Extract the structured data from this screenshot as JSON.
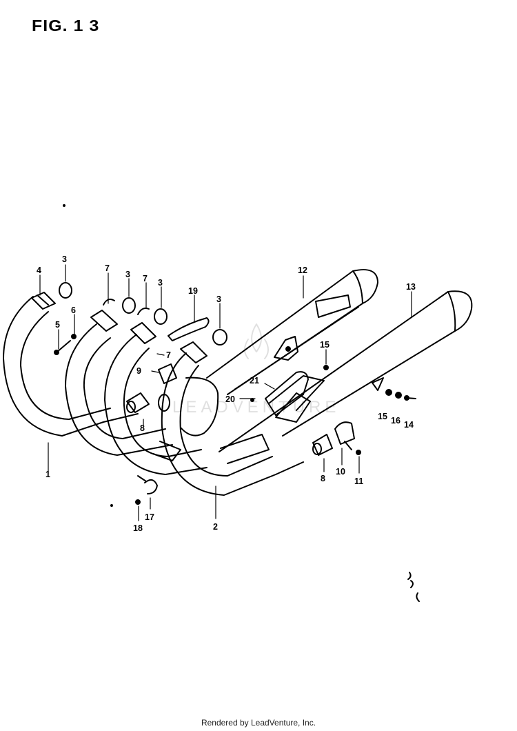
{
  "figure": {
    "title": "FIG. 1 3",
    "watermark_text": "LEADVENTURE",
    "footer": "Rendered by LeadVenture, Inc."
  },
  "callouts": [
    {
      "id": "c-1",
      "label": "1"
    },
    {
      "id": "c-2",
      "label": "2"
    },
    {
      "id": "c-3a",
      "label": "3"
    },
    {
      "id": "c-3b",
      "label": "3"
    },
    {
      "id": "c-3c",
      "label": "3"
    },
    {
      "id": "c-3d",
      "label": "3"
    },
    {
      "id": "c-4",
      "label": "4"
    },
    {
      "id": "c-5",
      "label": "5"
    },
    {
      "id": "c-6",
      "label": "6"
    },
    {
      "id": "c-7a",
      "label": "7"
    },
    {
      "id": "c-7b",
      "label": "7"
    },
    {
      "id": "c-7c",
      "label": "7"
    },
    {
      "id": "c-8a",
      "label": "8"
    },
    {
      "id": "c-8b",
      "label": "8"
    },
    {
      "id": "c-9",
      "label": "9"
    },
    {
      "id": "c-10",
      "label": "10"
    },
    {
      "id": "c-11",
      "label": "11"
    },
    {
      "id": "c-12",
      "label": "12"
    },
    {
      "id": "c-13",
      "label": "13"
    },
    {
      "id": "c-14",
      "label": "14"
    },
    {
      "id": "c-15a",
      "label": "15"
    },
    {
      "id": "c-15b",
      "label": "15"
    },
    {
      "id": "c-16",
      "label": "16"
    },
    {
      "id": "c-17",
      "label": "17"
    },
    {
      "id": "c-18",
      "label": "18"
    },
    {
      "id": "c-19",
      "label": "19"
    },
    {
      "id": "c-20",
      "label": "20"
    },
    {
      "id": "c-21",
      "label": "21"
    }
  ]
}
